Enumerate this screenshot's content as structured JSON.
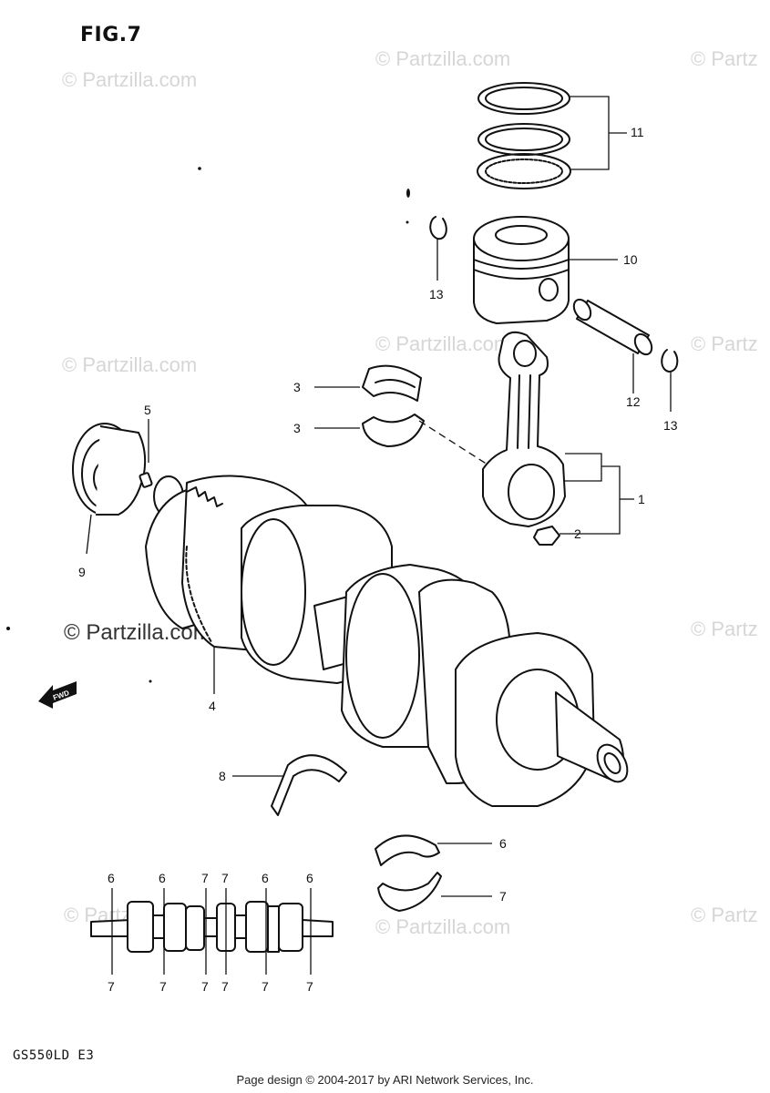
{
  "figure_title": "FIG.7",
  "model_code": "GS550LD  E3",
  "page_copyright": "Page design © 2004-2017 by ARI Network Services, Inc.",
  "watermark_text": "© Partzilla.com",
  "watermark_text_clipped": "© Partz",
  "fwd_label": "FWD",
  "callouts": {
    "c1": "1",
    "c2": "2",
    "c3a": "3",
    "c3b": "3",
    "c4": "4",
    "c5": "5",
    "c6": "6",
    "c7": "7",
    "c8": "8",
    "c9": "9",
    "c10": "10",
    "c11": "11",
    "c12": "12",
    "c13a": "13",
    "c13b": "13"
  },
  "small_diagram_top": [
    "6",
    "6",
    "7",
    "7",
    "6",
    "6"
  ],
  "small_diagram_bottom": [
    "7",
    "7",
    "7",
    "7",
    "7",
    "7"
  ]
}
